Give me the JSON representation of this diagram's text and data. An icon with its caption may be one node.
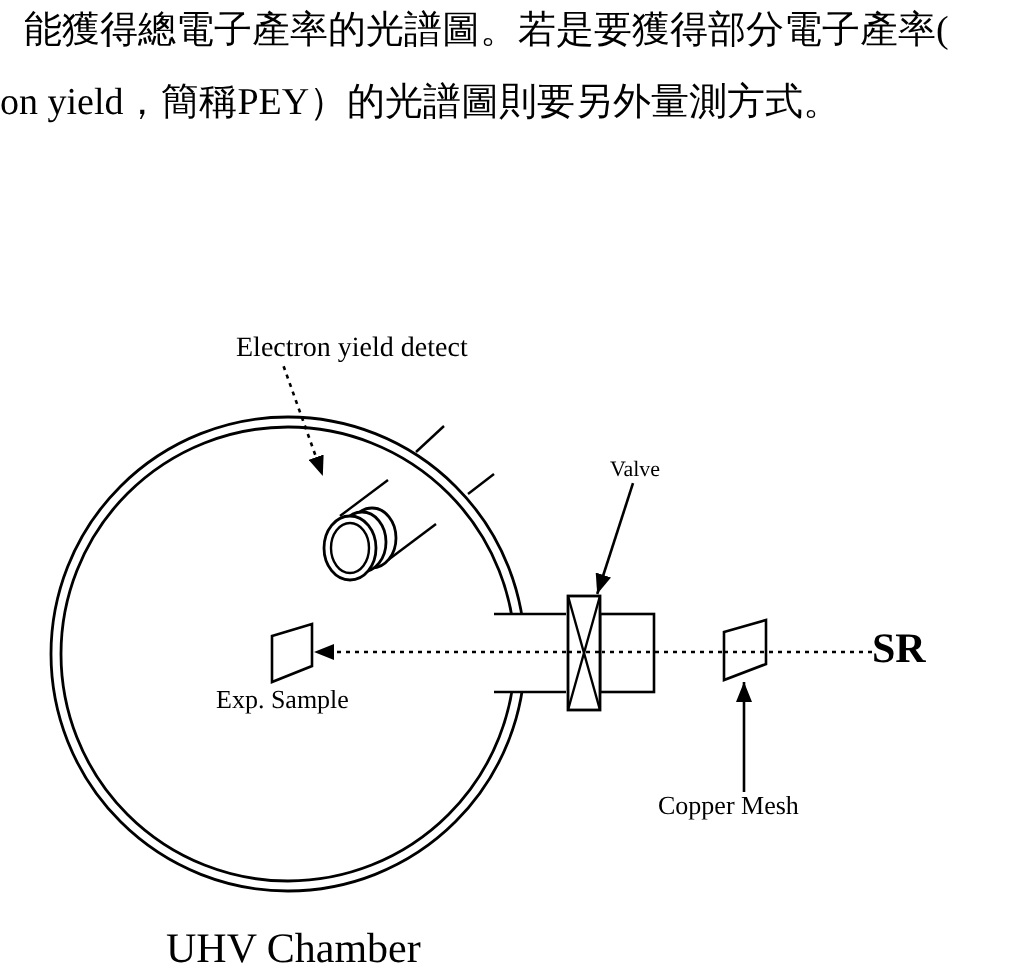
{
  "diagram": {
    "nodes": [
      {
        "text": [
          "UHV Chamber"
        ]
      },
      {
        "text": [
          "Electron yield detect"
        ]
      },
      {
        "text": [],
        "shape": "cylinder",
        "in": 0
      },
      {
        "text": [
          "Valve"
        ]
      },
      {
        "text": [],
        "shape": "box"
      },
      {
        "text": [
          "Exp. Sample"
        ],
        "in": 0
      },
      {
        "text": [
          "Copper Mesh"
        ]
      },
      {
        "text": [],
        "shape": "box"
      },
      {
        "text": [
          "SR"
        ]
      }
    ],
    "edges": [
      {
        "from": 1,
        "to": 2,
        "arrow": "to",
        "style": "dashed"
      },
      {
        "from": 3,
        "to": 4,
        "arrow": "to"
      },
      {
        "from": 6,
        "to": 7,
        "arrow": "to"
      },
      {
        "from": 8,
        "to": 7,
        "arrow": "none",
        "style": "dashed"
      },
      {
        "from": 7,
        "to": 4,
        "arrow": "none",
        "style": "dashed"
      },
      {
        "from": 4,
        "to": 5,
        "arrow": "to",
        "style": "dashed"
      }
    ],
    "labels": [
      "能獲得總電子產率的光譜圖。若是要獲得部分電子產率(",
      "on yield，簡稱PEY）的光譜圖則要另外量測方式。"
    ]
  }
}
